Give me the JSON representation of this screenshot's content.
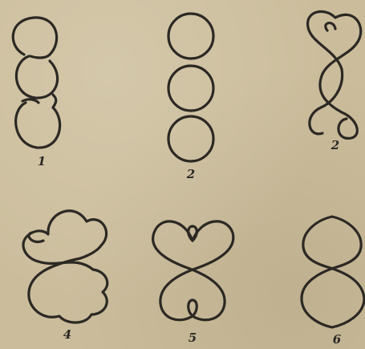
{
  "figures": [
    {
      "label": "1"
    },
    {
      "label": "2"
    },
    {
      "label": "2"
    },
    {
      "label": "4"
    },
    {
      "label": "5"
    },
    {
      "label": "6"
    }
  ]
}
